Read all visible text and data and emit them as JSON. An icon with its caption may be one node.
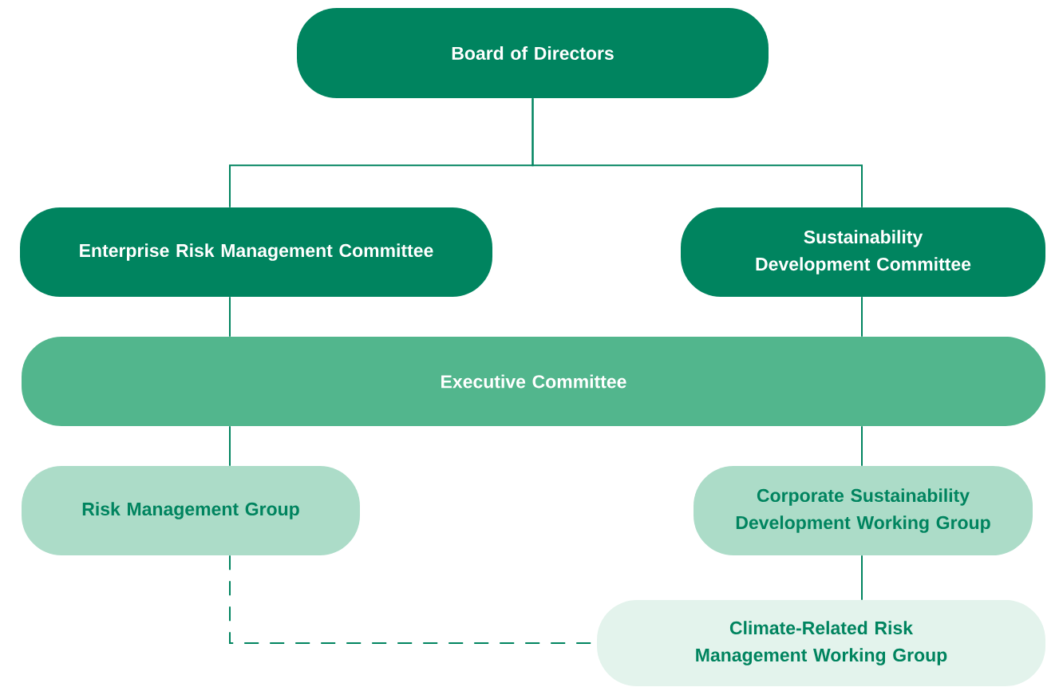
{
  "diagram": {
    "nodes": [
      {
        "text": [
          "Board of Directors"
        ]
      },
      {
        "text": [
          "Enterprise Risk Management Committee"
        ]
      },
      {
        "text": [
          "Sustainability Development Committee"
        ]
      },
      {
        "text": [
          "Executive Committee"
        ]
      },
      {
        "text": [
          "Risk Management Group"
        ]
      },
      {
        "text": [
          "Corporate Sustainability Development Working Group"
        ]
      },
      {
        "text": [
          "Climate-Related Risk Management Working Group"
        ]
      }
    ],
    "edges": [
      {
        "from": 0,
        "to": 1,
        "arrow": "none"
      },
      {
        "from": 0,
        "to": 2,
        "arrow": "none"
      },
      {
        "from": 1,
        "to": 3,
        "arrow": "none"
      },
      {
        "from": 2,
        "to": 3,
        "arrow": "none"
      },
      {
        "from": 3,
        "to": 4,
        "arrow": "none"
      },
      {
        "from": 3,
        "to": 5,
        "arrow": "none"
      },
      {
        "from": 5,
        "to": 6,
        "arrow": "none"
      },
      {
        "from": 4,
        "to": 6,
        "arrow": "none",
        "style": "dashed"
      }
    ]
  }
}
